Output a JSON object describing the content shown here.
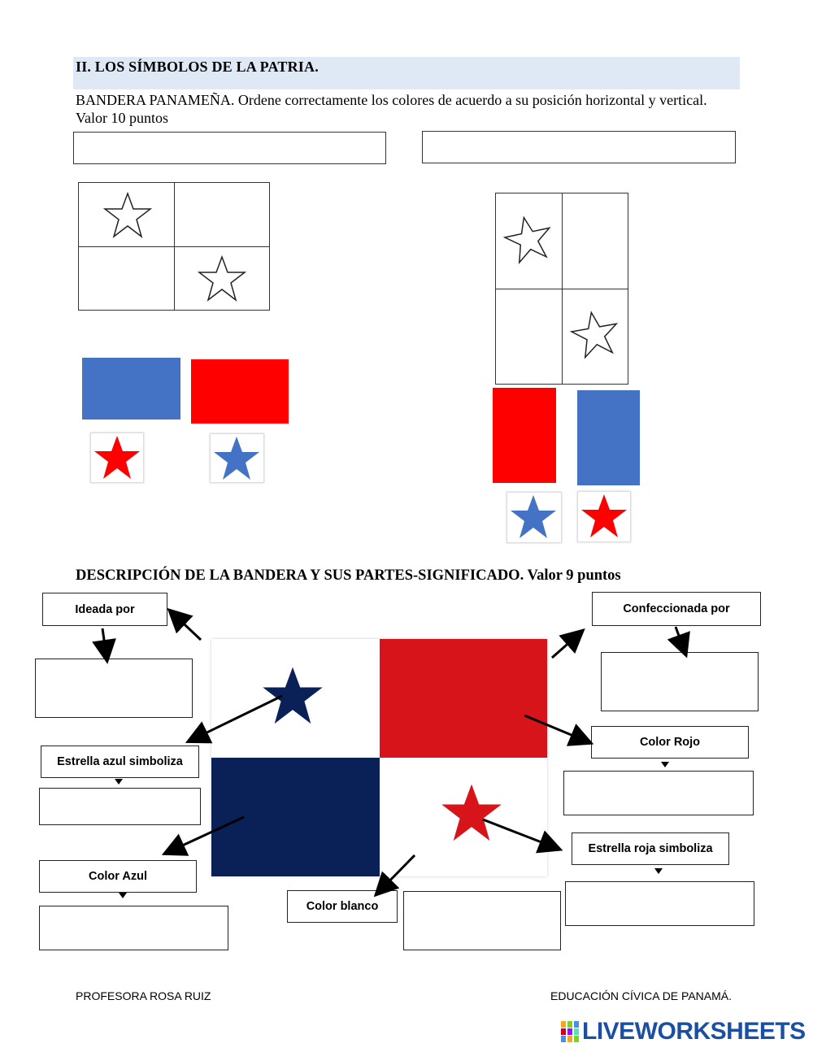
{
  "section1": {
    "title": "II. LOS SÍMBOLOS DE LA PATRIA.",
    "instructions": "BANDERA PANAMEÑA. Ordene correctamente los colores de acuerdo a su posición horizontal y vertical. Valor 10 puntos"
  },
  "colors": {
    "blue": "#4472c4",
    "red": "#ff0000",
    "navy": "#0a2158",
    "flag_red": "#d7141a",
    "arrow": "#000000"
  },
  "section2": {
    "title": "DESCRIPCIÓN DE LA BANDERA Y SUS PARTES-SIGNIFICADO. Valor 9 puntos",
    "labels": {
      "ideada": "Ideada por",
      "confeccionada": "Confeccionada por",
      "estrella_azul": "Estrella azul simboliza",
      "color_rojo": "Color Rojo",
      "color_azul": "Color Azul",
      "estrella_roja": "Estrella roja simboliza",
      "color_blanco": "Color blanco"
    }
  },
  "footer": {
    "left": "PROFESORA ROSA RUIZ",
    "right": "EDUCACIÓN CÍVICA DE PANAMÁ.",
    "brand": "LIVEWORKSHEETS"
  }
}
